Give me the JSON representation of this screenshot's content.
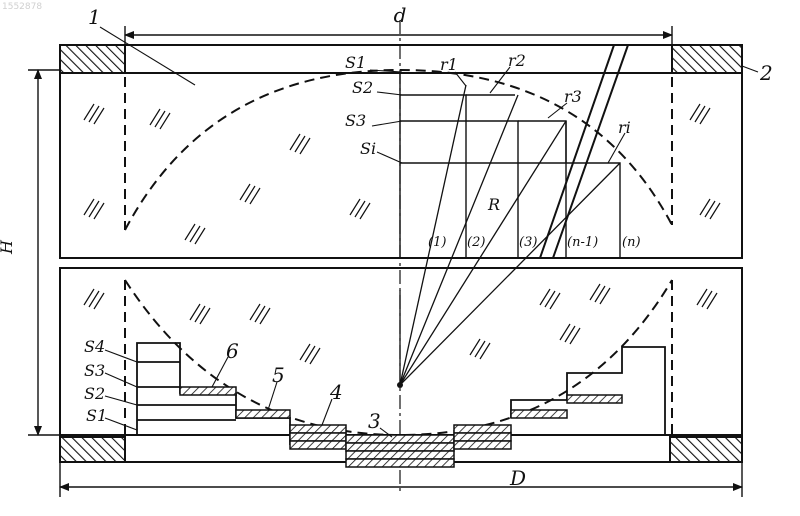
{
  "watermark": "1552878",
  "labels": {
    "d": "d",
    "D": "D",
    "H": "H",
    "R": "R",
    "part1": "1",
    "part2": "2",
    "part3": "3",
    "part4": "4",
    "part5": "5",
    "part6": "6",
    "S1": "S1",
    "S2": "S2",
    "S3": "S3",
    "Si": "Si",
    "r1": "r1",
    "r2": "r2",
    "r3": "r3",
    "ri": "ri",
    "zone1": "(1)",
    "zone2": "(2)",
    "zone3": "(3)",
    "zoneN1": "(n-1)",
    "zoneN": "(n)",
    "bS1": "S1",
    "bS2": "S2",
    "bS3": "S3",
    "bS4": "S4"
  },
  "colors": {
    "ink": "#111111",
    "paper": "#ffffff"
  }
}
